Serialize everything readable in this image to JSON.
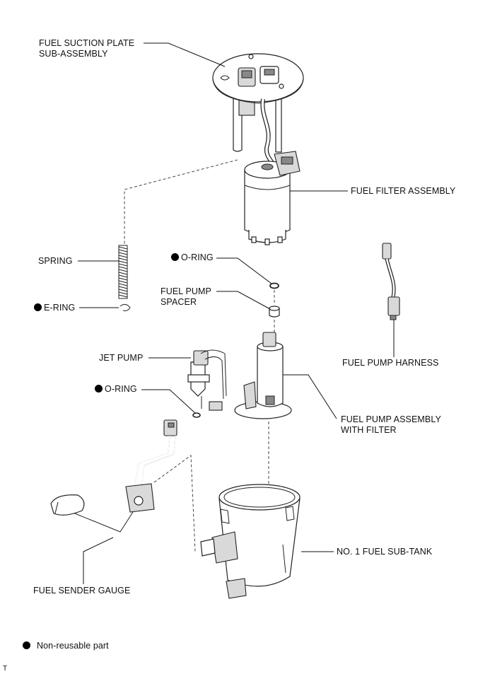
{
  "labels": {
    "fuel_suction_plate_line1": "FUEL SUCTION PLATE",
    "fuel_suction_plate_line2": "SUB-ASSEMBLY",
    "fuel_filter_assembly": "FUEL FILTER ASSEMBLY",
    "spring": "SPRING",
    "o_ring_top": "O-RING",
    "e_ring": "E-RING",
    "fuel_pump_spacer_line1": "FUEL PUMP",
    "fuel_pump_spacer_line2": "SPACER",
    "fuel_pump_harness": "FUEL PUMP HARNESS",
    "jet_pump": "JET PUMP",
    "o_ring_bottom": "O-RING",
    "fuel_pump_assembly_line1": "FUEL PUMP ASSEMBLY",
    "fuel_pump_assembly_line2": "WITH FILTER",
    "no1_fuel_sub_tank": "NO. 1 FUEL SUB-TANK",
    "fuel_sender_gauge": "FUEL SENDER GAUGE"
  },
  "legend": {
    "non_reusable_part": "Non-reusable part"
  },
  "corner_mark": "T"
}
